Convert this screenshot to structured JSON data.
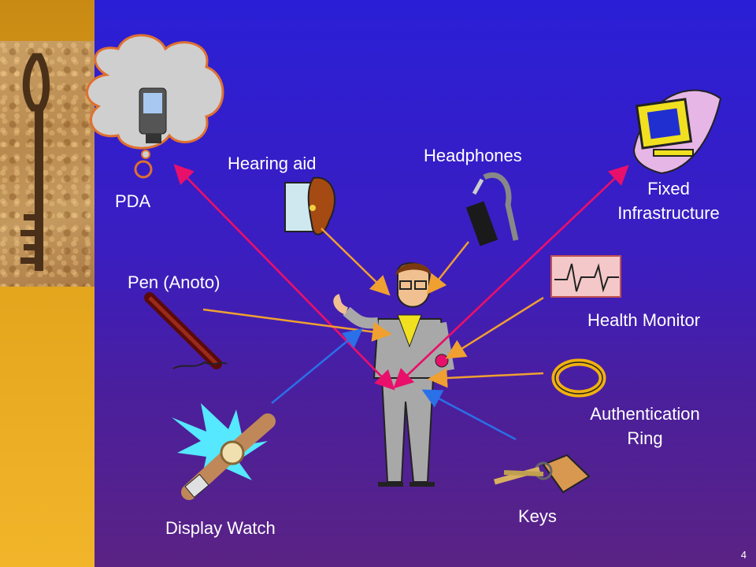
{
  "slide": {
    "page_number": "4",
    "labels": {
      "pda": "PDA",
      "hearing_aid": "Hearing aid",
      "headphones": "Headphones",
      "fixed_infrastructure_line1": "Fixed",
      "fixed_infrastructure_line2": "Infrastructure",
      "pen": "Pen (Anoto)",
      "health_monitor": "Health Monitor",
      "authentication_ring_line1": "Authentication",
      "authentication_ring_line2": "Ring",
      "display_watch": "Display Watch",
      "keys": "Keys"
    },
    "colors": {
      "background": "#3320c8",
      "sidebar": "#e8a820",
      "arrow_magenta": "#e8106a",
      "arrow_orange": "#f0a030",
      "arrow_blue": "#2a70e8"
    }
  }
}
